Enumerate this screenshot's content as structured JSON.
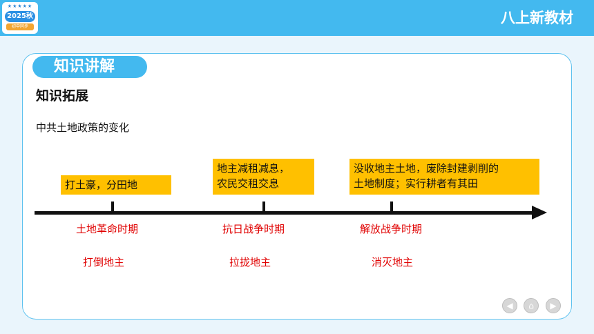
{
  "header": {
    "badge_stars": "★★★★★",
    "badge_year": "2025秋",
    "badge_sub": "初中同步",
    "brand_title": "八上新教材",
    "bar_color": "#43b9ef"
  },
  "section": {
    "pill_label": "知识讲解",
    "subtitle": "知识拓展",
    "intro": "中共土地政策的变化"
  },
  "timeline": {
    "stages": [
      {
        "policy_lines": [
          "打土豪，分田地"
        ],
        "period": "土地革命时期",
        "target": "打倒地主"
      },
      {
        "policy_lines": [
          "地主减租减息，",
          "农民交租交息"
        ],
        "period": "抗日战争时期",
        "target": "拉拢地主"
      },
      {
        "policy_lines": [
          "没收地主土地，废除封建剥削的",
          "土地制度；实行耕者有其田"
        ],
        "period": "解放战争时期",
        "target": "消灭地主"
      }
    ],
    "box_color": "#ffc000",
    "label_color": "#e00000"
  },
  "nav": {
    "prev_icon": "◀",
    "home_icon": "⌂",
    "next_icon": "▶"
  }
}
